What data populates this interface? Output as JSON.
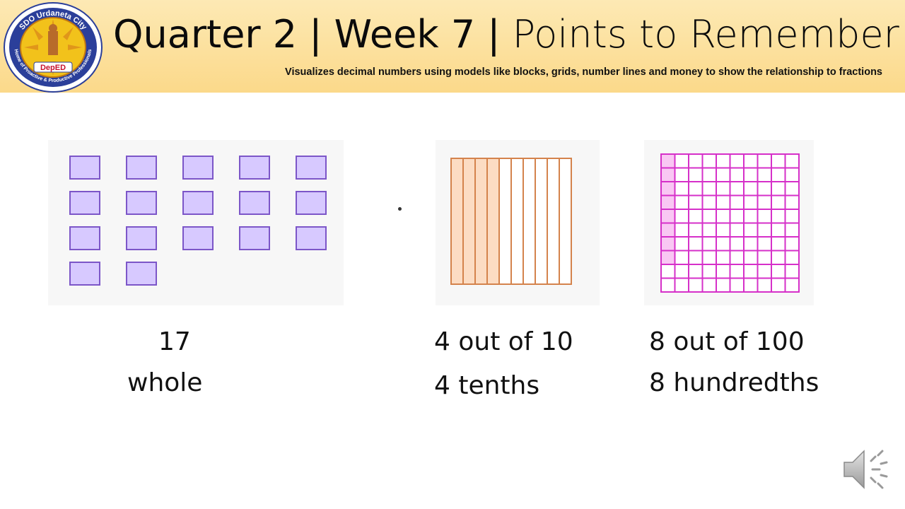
{
  "header": {
    "title_bold": "Quarter 2 | Week 7 |",
    "title_light": "Points to Remember",
    "subtitle": "Visualizes decimal numbers using models like blocks, grids, number lines and money to show the relationship to fractions"
  },
  "logo": {
    "ring_text": "SDO Urdaneta City",
    "ring_text_bottom": "Home of Proactive & Productive Professionals",
    "center_text": "DepED"
  },
  "models": {
    "whole_blocks": {
      "count": 17,
      "fill": "#d7c9ff",
      "stroke": "#7c56c8"
    },
    "tenths": {
      "shaded": 4,
      "total": 10,
      "fill": "#fcdcc3",
      "stroke": "#d4834c"
    },
    "hundredths": {
      "shaded": 8,
      "total": 100,
      "fill": "#f9c7f3",
      "stroke": "#d630c9"
    }
  },
  "labels": {
    "whole_number": "17",
    "whole_word": "whole",
    "tenths_fraction": "4 out of 10",
    "tenths_word": "4 tenths",
    "hundredths_fraction": "8 out of 100",
    "hundredths_word": "8 hundredths"
  },
  "icons": {
    "audio": "speaker-icon"
  }
}
